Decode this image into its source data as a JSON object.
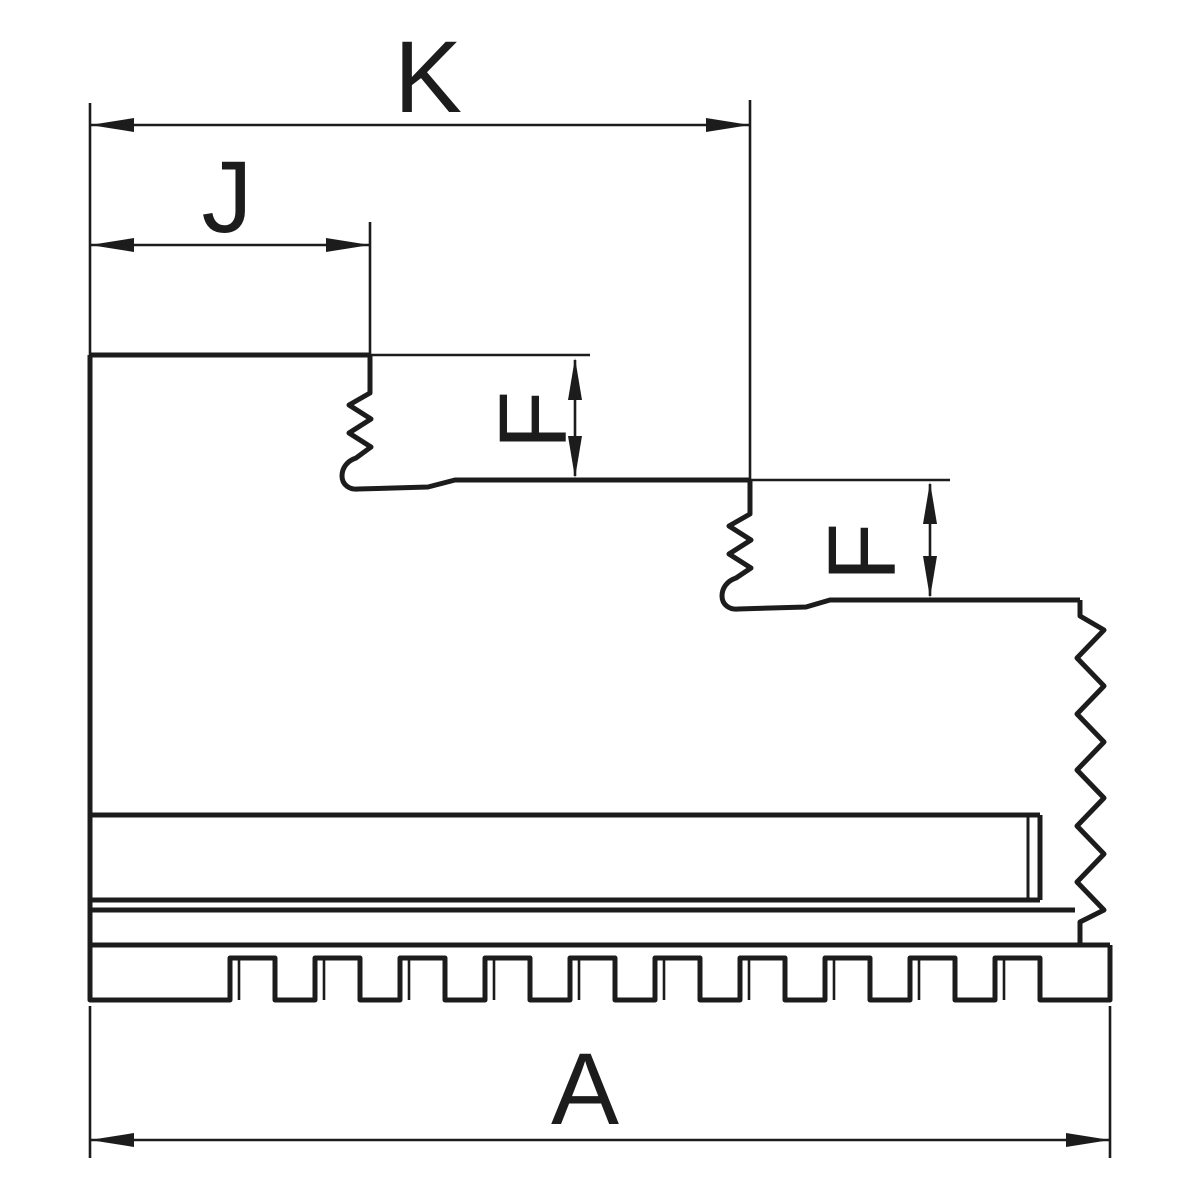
{
  "drawing": {
    "labels": {
      "dim_k": "K",
      "dim_j": "J",
      "dim_f_upper": "F",
      "dim_f_lower": "F",
      "dim_a": "A"
    },
    "colors": {
      "line": "#1c1c1c",
      "background": "#ffffff"
    }
  }
}
